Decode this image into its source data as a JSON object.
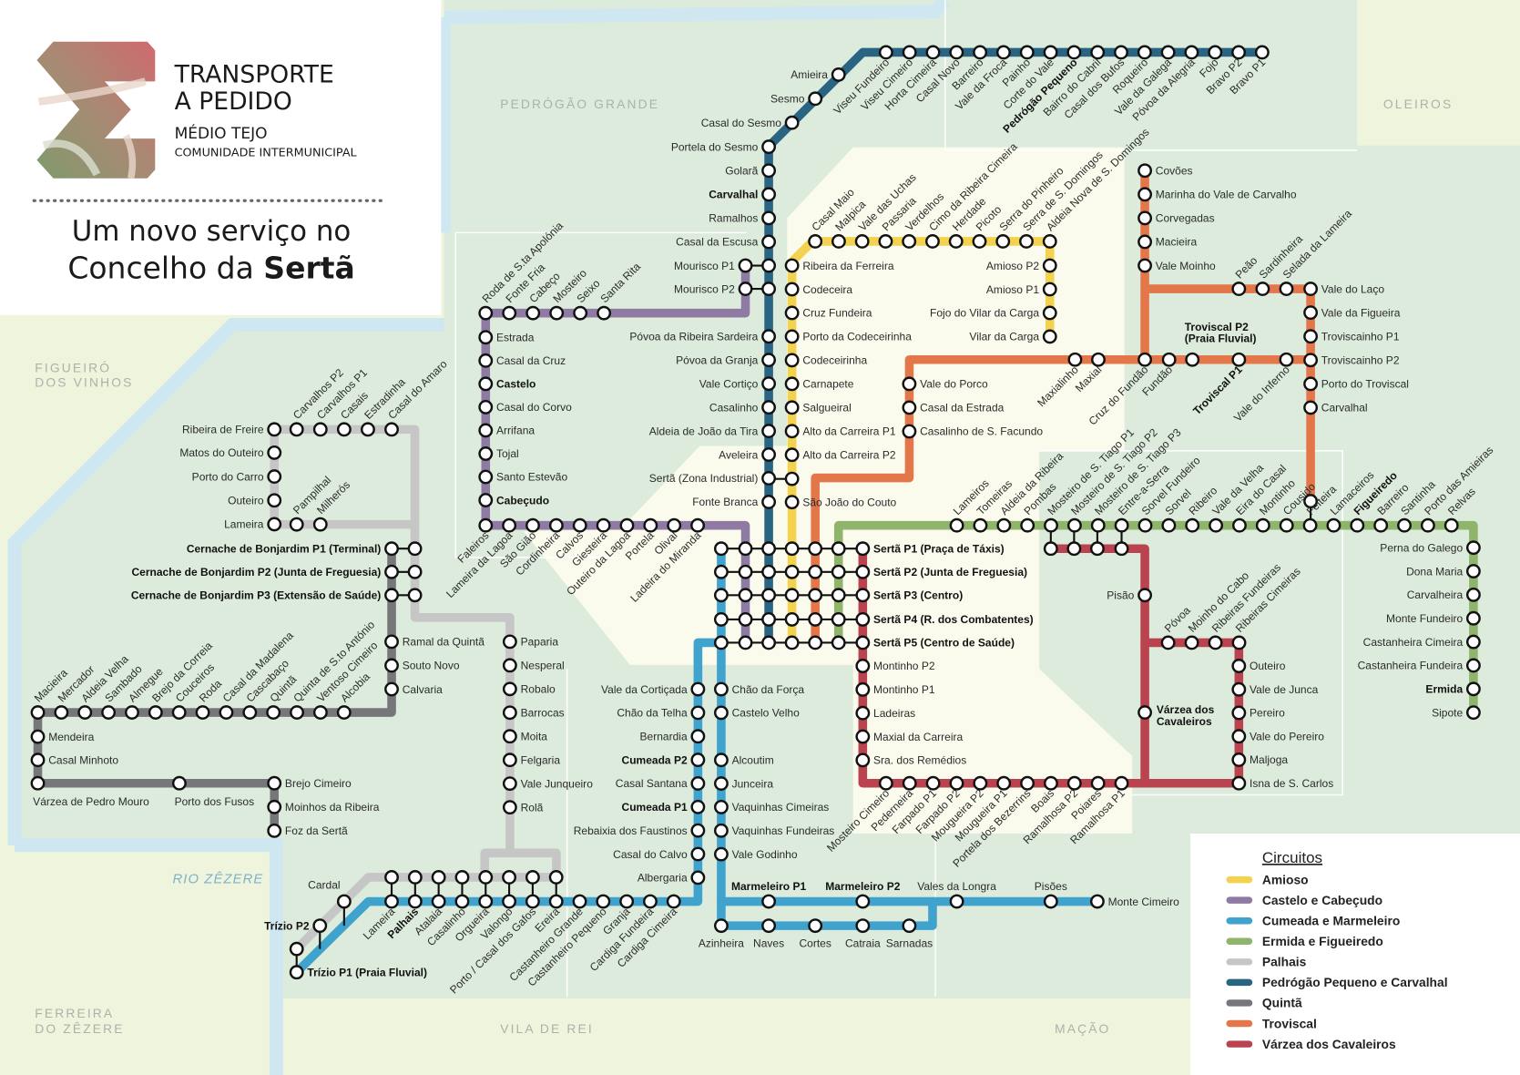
{
  "header": {
    "brand_line1": "TRANSPORTE",
    "brand_line2": "A PEDIDO",
    "region": "MÉDIO TEJO",
    "organization": "COMUNIDADE INTERMUNICIPAL",
    "headline_line1": "Um novo serviço no",
    "headline_line2": "Concelho da",
    "headline_town": "Sertã"
  },
  "districts": {
    "pedrogao_grande": "PEDRÓGÃO GRANDE",
    "oleiros": "OLEIROS",
    "figueiro_1": "FIGUEIRÓ",
    "figueiro_2": "DOS VINHOS",
    "ferreira_1": "FERREIRA",
    "ferreira_2": "DO ZÊZERE",
    "vila_de_rei": "VILA DE REI",
    "macao": "MAÇÃO"
  },
  "river": "RIO ZÊZERE",
  "legend_title": "Circuitos",
  "hub": {
    "stops": [
      "Sertã P1 (Praça de Táxis)",
      "Sertã P2 (Junta de Freguesia)",
      "Sertã P3 (Centro)",
      "Sertã P4 (R. dos Combatentes)",
      "Sertã P5 (Centro de Saúde)"
    ]
  },
  "lines": [
    {
      "circuit": "Amioso",
      "color": "#f3d24f",
      "groups": {
        "west": [
          "Ribeira da Ferreira",
          "Codeceira",
          "Cruz Fundeira",
          "Porto da Codeceirinha",
          "Codeceirinha",
          "Carnapete",
          "Salgueiral",
          "Alto da Carreira P1",
          "Alto da Carreira P2"
        ],
        "couto": [
          "São João do Couto"
        ],
        "top": [
          "Casal Maio",
          "Malpica",
          "Vale das Uchas",
          "Passaria",
          "Verdelhos",
          "Cimo da Ribeira Cimeira",
          "Herdade",
          "Picoto",
          "Serra do Pinheiro",
          "Serra de S. Domingos",
          "Aldeia Nova de S. Domingos"
        ],
        "east": [
          "Amioso P2",
          "Amioso P1",
          "Fojo do Vilar da Carga",
          "Vilar da Carga"
        ]
      }
    },
    {
      "circuit": "Castelo e Cabeçudo",
      "color": "#8f7aa3",
      "groups": {
        "mourisco": [
          "Mourisco P1",
          "Mourisco P2"
        ],
        "top": [
          "Roda de S.ta Apolónia",
          "Fonte Fria",
          "Cabeço",
          "Mosteiro",
          "Seixo",
          "Santa Rita"
        ],
        "west": [
          "Estrada",
          "Casal da Cruz",
          {
            "name": "Castelo",
            "major": true
          },
          "Casal do Corvo",
          "Arrifana",
          "Tojal",
          "Santo Estevão",
          {
            "name": "Cabeçudo",
            "major": true
          }
        ],
        "bottom": [
          "Faleiros",
          "Lameira da Lagoa",
          "São Gião",
          "Cordinheira",
          "Calvos",
          "Giesteira",
          "Outeiro da Lagoa",
          "Portela",
          "Olival",
          "Ladeira do Miranda"
        ]
      }
    },
    {
      "circuit": "Cumeada e Marmeleiro",
      "color": "#3fa3cd",
      "groups": {
        "west": [
          "Vale da Cortiçada",
          "Chão da Telha",
          "Bernardia",
          {
            "name": "Cumeada P2",
            "major": true
          },
          "Casal Santana",
          {
            "name": "Cumeada P1",
            "major": true
          },
          "Rebaixia dos Faustinos",
          "Casal do Calvo",
          "Albergaria"
        ],
        "east_north": [
          "Chão da Força",
          "Castelo Velho"
        ],
        "east_south": [
          "Alcoutim",
          "Junceira",
          "Vaquinhas Cimeiras",
          "Vaquinhas Fundeiras",
          "Vale Godinho"
        ],
        "south": [
          "Azinheira",
          "Naves",
          "Cortes",
          "Catraia",
          "Sarnadas"
        ],
        "marmeleiro": [
          {
            "name": "Marmeleiro P1",
            "major": true
          },
          {
            "name": "Marmeleiro P2",
            "major": true
          },
          "Vales da Longra",
          "Pisões",
          "Monte Cimeiro"
        ],
        "palhais_row": [
          "Lameira",
          {
            "name": "Palhais",
            "major": true
          },
          "Atalaia",
          "Casalinho",
          "Orgueira",
          "Valongo",
          "Porto / Casal dos Gafos",
          "Ereira",
          "Castanheiro Grande",
          "Castanheiro Pequeno",
          "Granja",
          "Cardiga Fundeira",
          "Cardiga Cimeira"
        ],
        "trizio": [
          {
            "name": "Trízio P1 (Praia Fluvial)",
            "major": true
          }
        ]
      }
    },
    {
      "circuit": "Ermida e Figueiredo",
      "color": "#8fb46b",
      "groups": {
        "row": [
          "Lameiros",
          "Tomeiras",
          "Aldeia da Ribeira",
          "Pombas",
          "Mosteiro de S. Tiago P1",
          "Mosteiro de S. Tiago P2",
          "Mosteiro de S. Tiago P3",
          "Entre-a-Serra",
          "Sorvel Fundeiro",
          "Sorvel",
          "Ribeiro",
          "Vale da Velha",
          "Eira do Casal",
          "Montinho",
          "Cousido",
          "Feiteira",
          "Lamaceiros",
          {
            "name": "Figueiredo",
            "major": true
          },
          "Barreiro",
          "Santinha",
          "Porto das Amieiras",
          "Relvas"
        ],
        "east": [
          "Perna do Galego",
          "Dona Maria",
          "Carvalheira",
          "Monte Fundeiro",
          "Castanheira Cimeira",
          "Castanheira Fundeira",
          {
            "name": "Ermida",
            "major": true
          },
          "Sipote"
        ]
      }
    },
    {
      "circuit": "Palhais",
      "color": "#c6c6c6",
      "groups": {
        "freire": [
          "Ribeira de Freire"
        ],
        "top": [
          "Carvalhos P2",
          "Carvalhos P1",
          "Casais",
          "Estradinha",
          "Casal do Amaro"
        ],
        "west": [
          "Matos do Outeiro",
          "Porto do Carro",
          "Outeiro",
          "Lameira"
        ],
        "mid": [
          "Pampilhal",
          "Milherós"
        ],
        "east": [
          "Paparia",
          "Nesperal",
          "Robalo",
          "Barrocas",
          "Moita",
          "Felgaria",
          "Vale Junqueiro",
          "Rolã"
        ],
        "cardal": [
          "Cardal"
        ],
        "trizio": [
          {
            "name": "Trízio P2",
            "major": true
          }
        ]
      }
    },
    {
      "circuit": "Pedrógão Pequeno e Carvalhal",
      "color": "#2a6483",
      "groups": {
        "top": [
          "Viseu Fundeiro",
          "Viseu Cimeiro",
          "Horta Cimeira",
          "Casal Novo",
          "Barreiro",
          "Vale da Froca",
          "Painho",
          "Corte do Vale",
          {
            "name": "Pedrógão Pequeno",
            "major": true
          },
          "Bairro do Cabril",
          "Casal dos Bufos",
          "Roqueiro",
          "Vale da Galega",
          "Póvoa da Alegria",
          "Fojo",
          "Bravo P2",
          "Bravo P1"
        ],
        "diag": [
          "Amieira",
          "Sesmo",
          "Casal do Sesmo",
          "Portela do Sesmo"
        ],
        "north": [
          "Golarã",
          {
            "name": "Carvalhal",
            "major": true
          },
          "Ramalhos",
          "Casal da Escusa"
        ],
        "south": [
          "Póvoa da Ribeira Sardeira",
          "Póvoa da Granja",
          "Vale Cortiço",
          "Casalinho",
          "Aldeia de João da Tira",
          "Aveleira",
          "Sertã (Zona Industrial)",
          "Fonte Branca"
        ]
      }
    },
    {
      "circuit": "Quintã",
      "color": "#76777a",
      "groups": {
        "cernache": [
          {
            "name": "Cernache de Bonjardim P1 (Terminal)",
            "major": true
          },
          {
            "name": "Cernache de Bonjardim P2 (Junta de Freguesia)",
            "major": true
          },
          {
            "name": "Cernache de Bonjardim P3 (Extensão de Saúde)",
            "major": true
          }
        ],
        "ramal": [
          "Ramal da Quintã",
          "Souto Novo",
          "Calvaria"
        ],
        "row": [
          "Macieira",
          "Mercador",
          "Aldeia Velha",
          "Sambado",
          "Almegue",
          "Brejo da Correia",
          "Couceiros",
          "Roda",
          "Casal da Madalena",
          "Cascabaço",
          "Quintã",
          "Quinta de S.to António",
          "Ventoso Cimeiro",
          "Alcobia"
        ],
        "west": [
          "Mendeira",
          "Casal Minhoto"
        ],
        "south": [
          "Várzea de Pedro Mouro",
          "Porto dos Fusos"
        ],
        "foz": [
          "Brejo Cimeiro",
          "Moinhos da Ribeira",
          "Foz da Sertã"
        ]
      }
    },
    {
      "circuit": "Troviscal",
      "color": "#e3774a",
      "groups": {
        "porco": [
          "Vale do Porco",
          "Casal da Estrada",
          "Casalinho de S. Facundo"
        ],
        "row": [
          "Maxialinho",
          "Maxial",
          "Cruz do Fundão",
          "Fundão",
          {
            "name": "Troviscal P2 (Praia Fluvial)",
            "major": true
          },
          {
            "name": "Troviscal P1",
            "major": true
          },
          "Vale do Inferno"
        ],
        "north": [
          "Covões",
          "Marinha do Vale de Carvalho",
          "Corvegadas",
          "Macieira",
          "Vale Moinho"
        ],
        "lameira": [
          "Peão",
          "Sardinheira",
          "Selada da Lameira"
        ],
        "east": [
          "Vale do Laço",
          "Vale da Figueira",
          "Troviscainho P1",
          "Troviscainho P2",
          "Porto do Troviscal",
          "Carvalhal"
        ]
      }
    },
    {
      "circuit": "Várzea dos Cavaleiros",
      "color": "#b9434f",
      "groups": {
        "west": [
          "Montinho P2",
          "Montinho P1",
          "Ladeiras",
          "Maxial da Carreira",
          "Sra. dos Remédios"
        ],
        "south": [
          "Mosteiro Cimeiro",
          "Pederneira",
          "Farpado P1",
          "Farpado P2",
          "Mougueira P2",
          "Mougueira P1",
          "Portela dos Bezerrins",
          "Boais",
          "Ramalhosa P2",
          "Poiares",
          "Ramalhosa P1"
        ],
        "pisao": [
          "Pisão"
        ],
        "varzea": [
          {
            "name": "Várzea dos Cavaleiros",
            "major": true
          }
        ],
        "povoa": [
          "Póvoa",
          "Moinho do Cabo",
          "Ribeiras Fundeiras",
          "Ribeiras Cimeiras"
        ],
        "east": [
          "Outeiro",
          "Vale de Junca",
          "Pereiro",
          "Vale do Pereiro",
          "Maljoga",
          "Isna de S. Carlos"
        ]
      }
    }
  ]
}
